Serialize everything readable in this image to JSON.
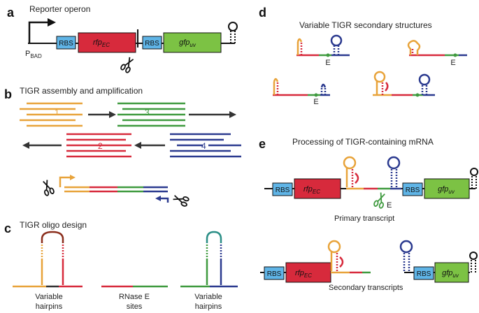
{
  "panels": {
    "a": {
      "label": "a",
      "title": "Reporter operon",
      "promoter": "P",
      "promoter_sub": "BAD",
      "rbs": "RBS",
      "gene1": "rfp",
      "gene1_sub": "EC",
      "gene2": "gfp",
      "gene2_sub": "uv"
    },
    "b": {
      "label": "b",
      "title": "TIGR assembly and amplification",
      "oligo_numbers": [
        "1",
        "2",
        "3",
        "4"
      ]
    },
    "c": {
      "label": "c",
      "title": "TIGR oligo design",
      "caption1_line1": "Variable",
      "caption1_line2": "hairpins",
      "caption2_line1": "RNase E",
      "caption2_line2": "sites",
      "caption3_line1": "Variable",
      "caption3_line2": "hairpins"
    },
    "d": {
      "label": "d",
      "title": "Variable TIGR secondary structures",
      "site_label": "E"
    },
    "e": {
      "label": "e",
      "title": "Processing of TIGR-containing mRNA",
      "rbs": "RBS",
      "gene1": "rfp",
      "gene1_sub": "EC",
      "gene2": "gfp",
      "gene2_sub": "uv",
      "site_label": "E",
      "primary": "Primary transcript",
      "secondary": "Secondary transcripts"
    }
  },
  "colors": {
    "orange": "#e8a33a",
    "red": "#d72a3c",
    "green": "#3f9a3f",
    "blue": "#2b3a8f",
    "rbs_fill": "#5fb4e6",
    "rfp_fill": "#d72a3c",
    "gfp_fill": "#7cc244",
    "line": "#111111"
  }
}
